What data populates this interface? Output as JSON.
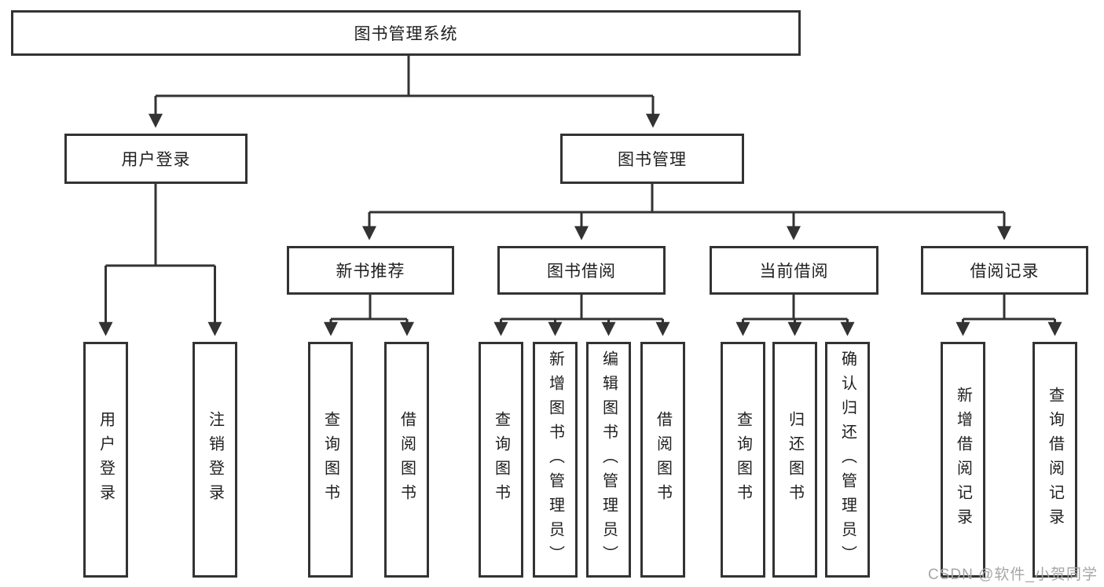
{
  "diagram": {
    "root": {
      "label": "图书管理系统"
    },
    "level2": [
      {
        "label": "用户登录"
      },
      {
        "label": "图书管理"
      }
    ],
    "level3": [
      {
        "label": "新书推荐"
      },
      {
        "label": "图书借阅"
      },
      {
        "label": "当前借阅"
      },
      {
        "label": "借阅记录"
      }
    ],
    "leaves": {
      "user_login": [
        "用户登录",
        "注销登录"
      ],
      "new_book": [
        "查询图书",
        "借阅图书"
      ],
      "book_borrow": [
        "查询图书",
        "新增图书（管理员）",
        "编辑图书（管理员）",
        "借阅图书"
      ],
      "current_borrow": [
        "查询图书",
        "归还图书",
        "确认归还（管理员）"
      ],
      "borrow_record": [
        "新增借阅记录",
        "查询借阅记录"
      ]
    }
  },
  "watermark": "CSDN @软件_小贺同学",
  "colors": {
    "line": "#333333",
    "box_border": "#333333",
    "text": "#1f1f1f",
    "watermark": "#a6a6a6",
    "background": "#ffffff"
  }
}
